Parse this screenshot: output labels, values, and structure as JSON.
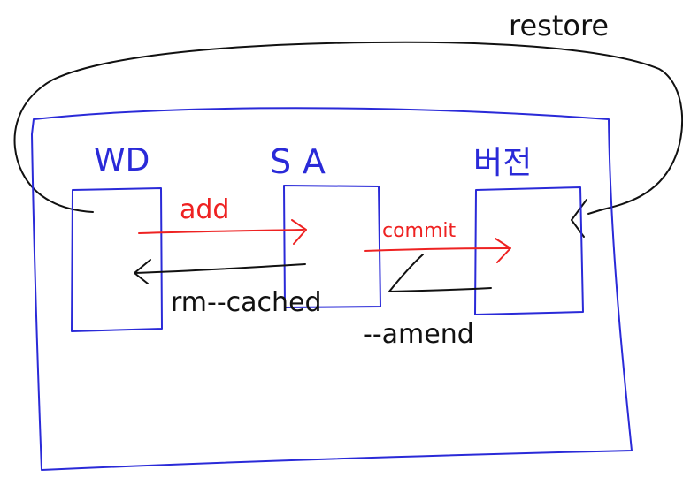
{
  "colors": {
    "frame": "#2a2ad8",
    "command": "#ee2222",
    "ink": "#111111",
    "background": "#ffffff"
  },
  "stages": {
    "wd": "WD",
    "sa": "SA",
    "version": "버전"
  },
  "commands": {
    "restore": "restore",
    "add": "add",
    "commit": "commit",
    "rm_cached": "rm--cached",
    "amend": "--amend"
  }
}
